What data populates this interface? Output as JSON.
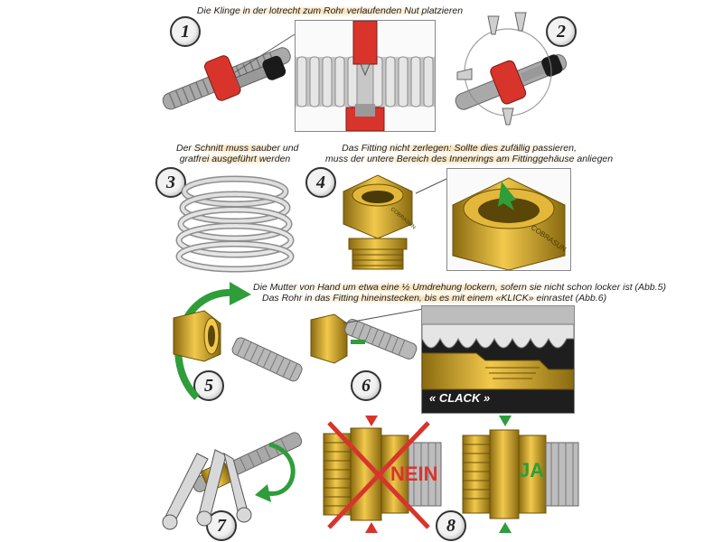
{
  "steps": {
    "s1": {
      "number": "1",
      "caption": "Die Klinge in der lotrecht zum Rohr verlaufenden Nut platzieren"
    },
    "s2": {
      "number": "2"
    },
    "s3": {
      "number": "3",
      "caption_line1": "Der Schnitt muss sauber und",
      "caption_line2": "gratfrei ausgeführt werden"
    },
    "s4": {
      "number": "4",
      "caption_line1": "Das Fitting nicht zerlegen: Sollte dies zufällig passieren,",
      "caption_line2": "muss der untere Bereich des Innenrings am Fittinggehäuse anliegen",
      "ring_label": "COBRASUN"
    },
    "s5": {
      "number": "5"
    },
    "s6": {
      "number": "6",
      "clack": "« CLACK »"
    },
    "s56_caption_line1": "Die Mutter von Hand um etwa eine ½ Umdrehung lockern, sofern sie nicht schon locker ist (Abb.5)",
    "s56_caption_line2": "Das Rohr in das Fitting hineinstecken, bis es mit einem «KLICK» einrastet (Abb.6)",
    "s7": {
      "number": "7"
    },
    "s8": {
      "number": "8",
      "no_label": "NEIN",
      "yes_label": "JA"
    }
  },
  "colors": {
    "brass": "#d4a017",
    "brass_dark": "#8a6a10",
    "steel": "#b8b8b8",
    "red": "#d8342c",
    "green": "#2e9d3a",
    "black": "#1a1a1a"
  }
}
